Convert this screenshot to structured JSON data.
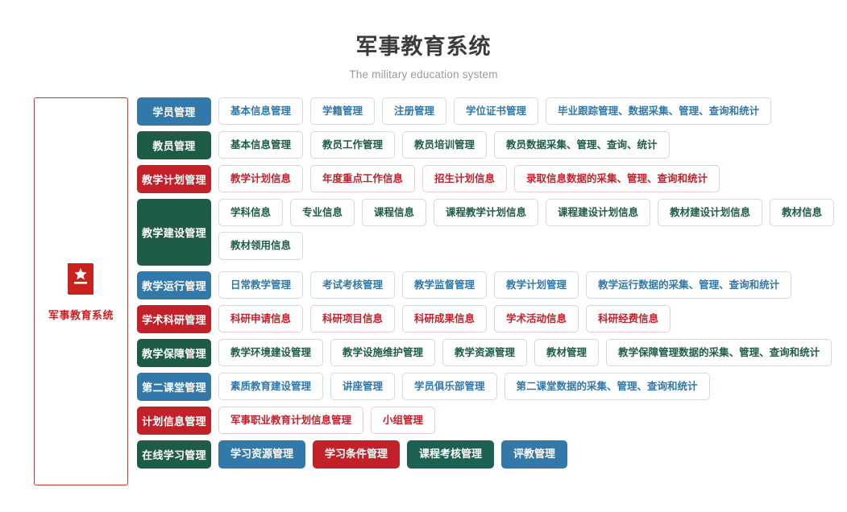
{
  "header": {
    "title": "军事教育系统",
    "subtitle": "The military education system"
  },
  "sidebar": {
    "icon": "book-star-icon",
    "label": "军事教育系统",
    "accent_color": "#c9211e"
  },
  "colors": {
    "blue": "#3278a8",
    "green": "#1f5c47",
    "red": "#c2212a",
    "chip_background": "#ffffff",
    "page_background": "#ffffff",
    "title_color": "#3b3b3b",
    "subtitle_color": "#9a9a9a"
  },
  "rows": [
    {
      "label": "学员管理",
      "theme": "blue",
      "items": [
        "基本信息管理",
        "学籍管理",
        "注册管理",
        "学位证书管理",
        "毕业跟踪管理、数据采集、管理、查询和统计"
      ]
    },
    {
      "label": "教员管理",
      "theme": "green",
      "items": [
        "基本信息管理",
        "教员工作管理",
        "教员培训管理",
        "教员数据采集、管理、查询、统计"
      ]
    },
    {
      "label": "教学计划管理",
      "theme": "red",
      "items": [
        "教学计划信息",
        "年度重点工作信息",
        "招生计划信息",
        "录取信息数据的采集、管理、查询和统计"
      ]
    },
    {
      "label": "教学建设管理",
      "theme": "green",
      "items": [
        "学科信息",
        "专业信息",
        "课程信息",
        "课程教学计划信息",
        "课程建设计划信息",
        "教材建设计划信息",
        "教材信息",
        "教材领用信息"
      ]
    },
    {
      "label": "教学运行管理",
      "theme": "blue",
      "items": [
        "日常教学管理",
        "考试考核管理",
        "教学监督管理",
        "教学计划管理",
        "教学运行数据的采集、管理、查询和统计"
      ]
    },
    {
      "label": "学术科研管理",
      "theme": "red",
      "items": [
        "科研申请信息",
        "科研项目信息",
        "科研成果信息",
        "学术活动信息",
        "科研经费信息"
      ]
    },
    {
      "label": "教学保障管理",
      "theme": "green",
      "items": [
        "教学环境建设管理",
        "教学设施维护管理",
        "教学资源管理",
        "教材管理",
        "教学保障管理数据的采集、管理、查询和统计"
      ]
    },
    {
      "label": "第二课堂管理",
      "theme": "blue",
      "items": [
        "素质教育建设管理",
        "讲座管理",
        "学员俱乐部管理",
        "第二课堂数据的采集、管理、查询和统计"
      ]
    },
    {
      "label": "计划信息管理",
      "theme": "red",
      "items": [
        "军事职业教育计划信息管理",
        "小组管理"
      ]
    },
    {
      "label": "在线学习管理",
      "theme": "green",
      "solid_items": [
        {
          "label": "学习资源管理",
          "color": "blue"
        },
        {
          "label": "学习条件管理",
          "color": "red"
        },
        {
          "label": "课程考核管理",
          "color": "green2"
        },
        {
          "label": "评教管理",
          "color": "blue"
        }
      ]
    }
  ]
}
